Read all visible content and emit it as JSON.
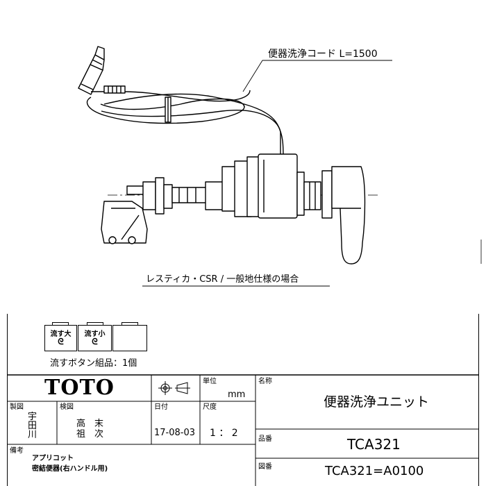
{
  "drawing": {
    "cord_label": "便器洗浄コード  L=1500",
    "caption": "レスティカ・CSR / 一般地仕様の場合"
  },
  "buttons": {
    "large_label": "流す大",
    "small_label": "流す小",
    "flush_icon": "flush-swirl-icon",
    "set_note": "流すボタン組品：1個"
  },
  "title_block": {
    "company_logo": "TOTO",
    "projection_symbol": "third-angle-projection-symbol",
    "unit_label": "単位",
    "unit_value": "mm",
    "name_label": "名称",
    "name_value": "便器洗浄ユニット",
    "drawn_label": "製図",
    "drawn_by": "宇\n田\n川",
    "checked_label": "検図",
    "checked_by": "高　末\n祖　次",
    "date_label": "日付",
    "date_value": "17-08-03",
    "scale_label": "尺度",
    "scale_value": "1 ： 2",
    "part_no_label": "品番",
    "part_no_value": "TCA321",
    "remarks_label": "備考",
    "remarks_line1": "アプリコット",
    "remarks_line2": "密結便器(右ハンドル用)",
    "drawing_no_label": "図番",
    "drawing_no_value": "TCA321=A0100"
  }
}
